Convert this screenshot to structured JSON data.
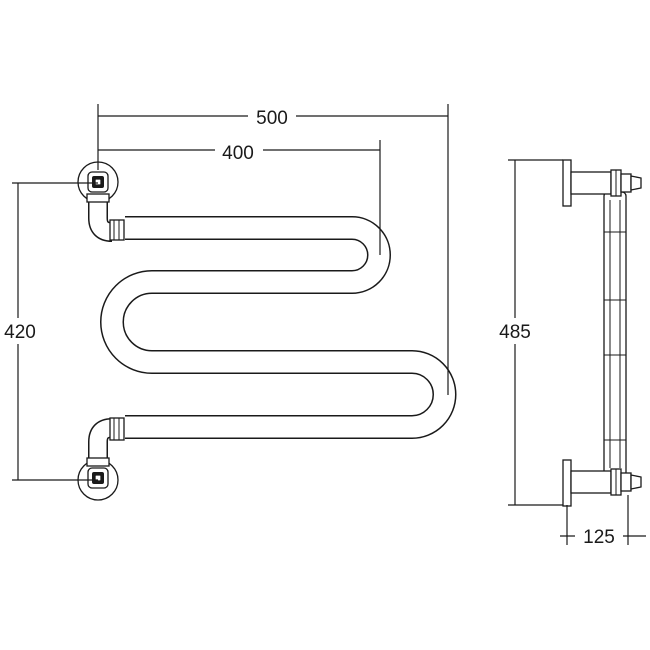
{
  "dimensions": {
    "overall_width": "500",
    "inlet_spacing_width": "400",
    "height_front": "420",
    "height_side": "485",
    "depth": "125"
  },
  "colors": {
    "line": "#1a1a1a",
    "background": "#ffffff"
  }
}
